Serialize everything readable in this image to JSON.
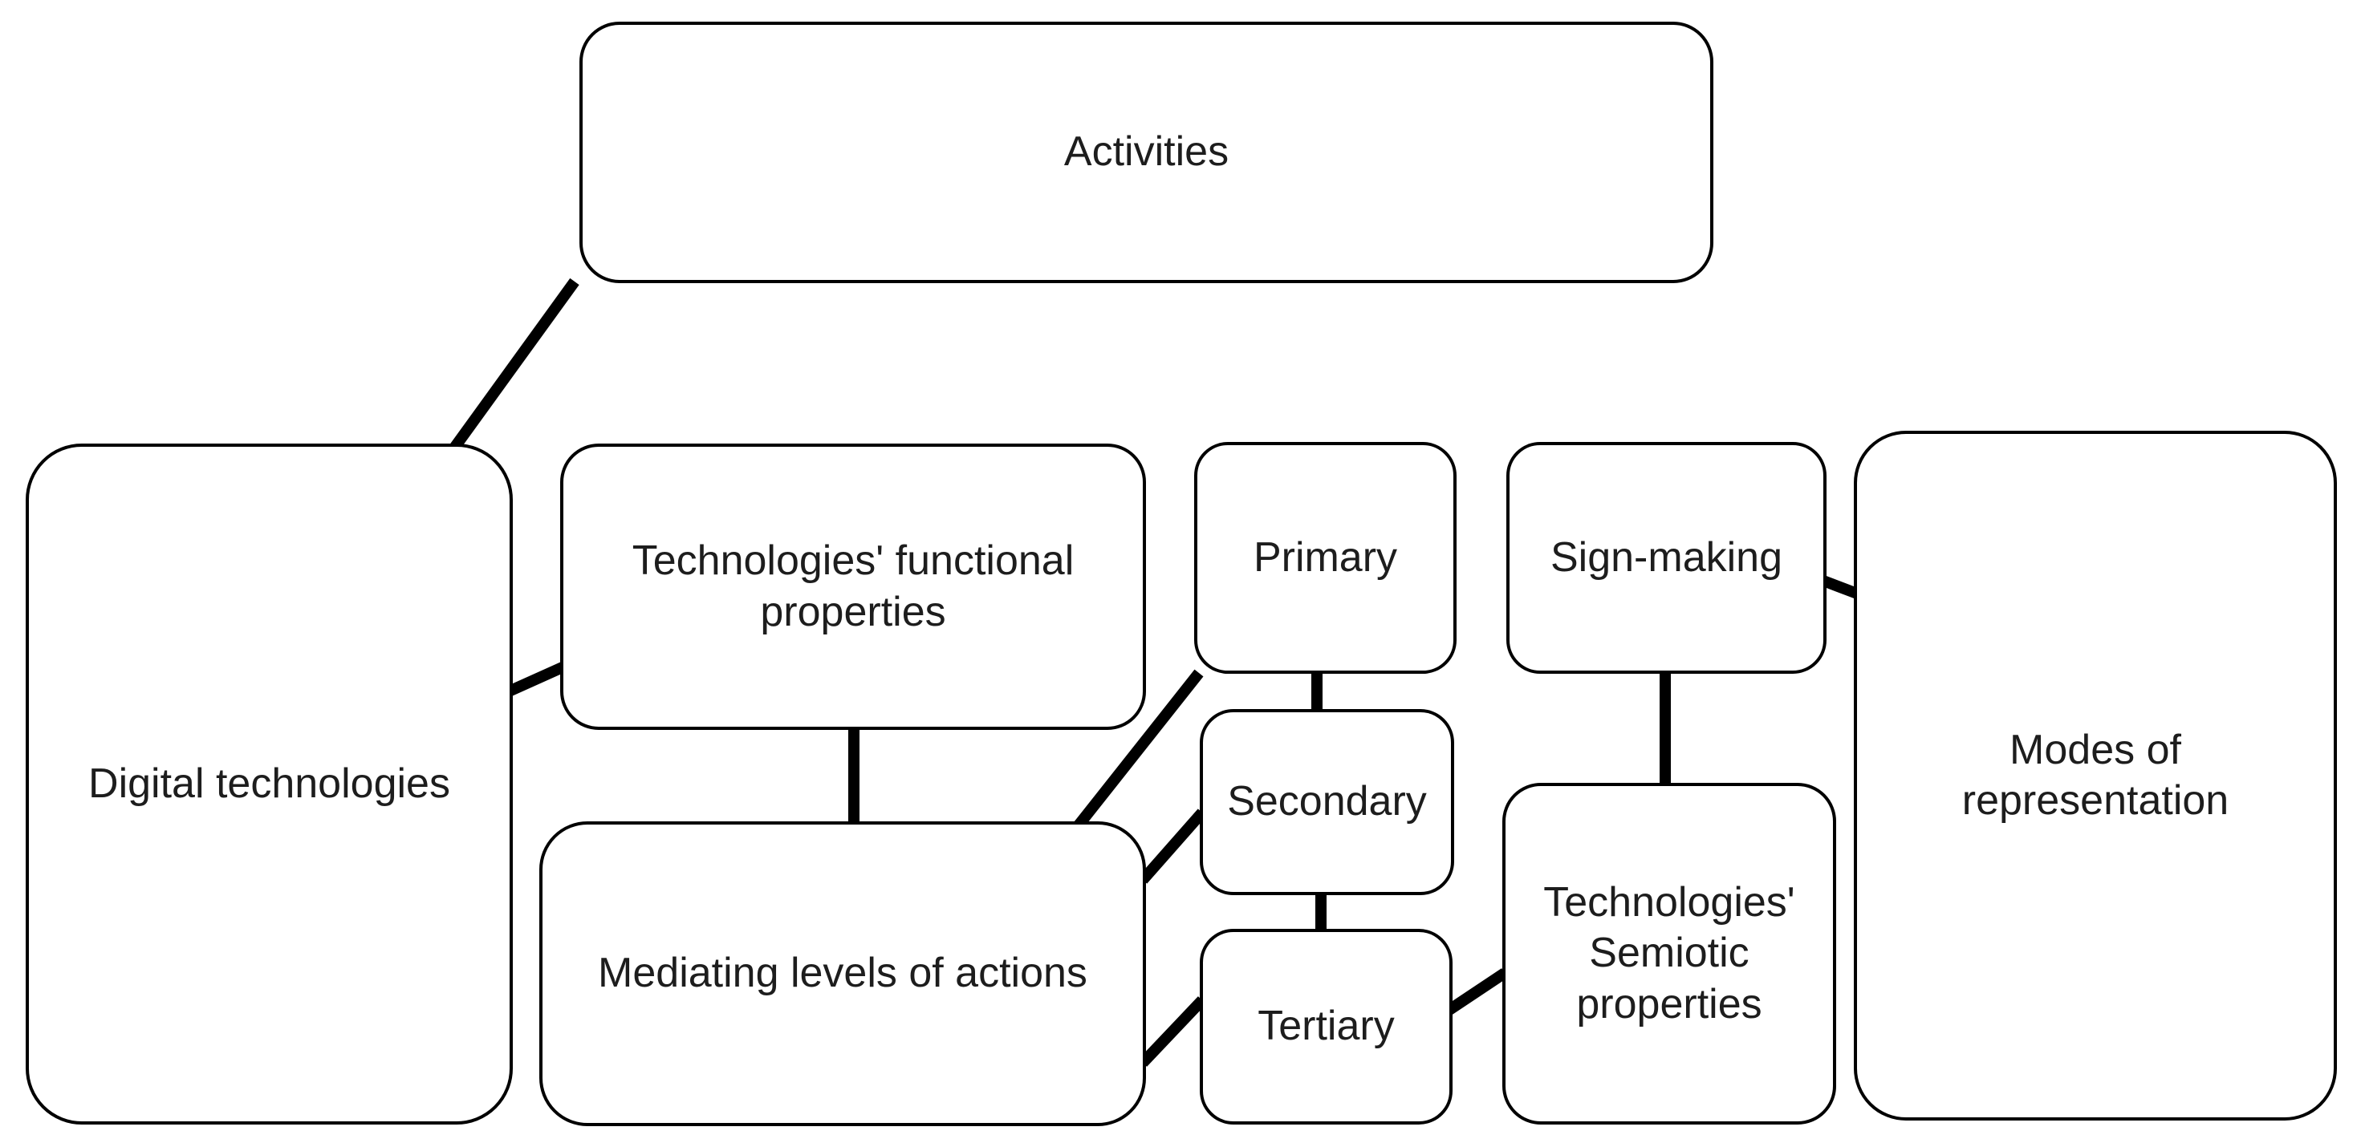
{
  "diagram": {
    "background_color": "#ffffff",
    "line_color": "#000000",
    "text_color": "#1d1d1d",
    "nodes": {
      "activities": {
        "label": "Activities"
      },
      "digital_technologies": {
        "label": "Digital technologies"
      },
      "functional_properties": {
        "label": "Technologies' functional\nproperties"
      },
      "mediating_levels": {
        "label": "Mediating levels of actions"
      },
      "primary": {
        "label": "Primary"
      },
      "secondary": {
        "label": "Secondary"
      },
      "tertiary": {
        "label": "Tertiary"
      },
      "sign_making": {
        "label": "Sign-making"
      },
      "semiotic_properties": {
        "label": "Technologies'\nSemiotic\nproperties"
      },
      "modes_of_representation": {
        "label": "Modes of\nrepresentation"
      }
    },
    "edges": [
      {
        "from": "activities",
        "to": "digital_technologies"
      },
      {
        "from": "digital_technologies",
        "to": "functional_properties"
      },
      {
        "from": "functional_properties",
        "to": "mediating_levels"
      },
      {
        "from": "mediating_levels",
        "to": "primary"
      },
      {
        "from": "mediating_levels",
        "to": "secondary"
      },
      {
        "from": "mediating_levels",
        "to": "tertiary"
      },
      {
        "from": "primary",
        "to": "secondary"
      },
      {
        "from": "secondary",
        "to": "tertiary"
      },
      {
        "from": "tertiary",
        "to": "semiotic_properties"
      },
      {
        "from": "sign_making",
        "to": "semiotic_properties"
      },
      {
        "from": "sign_making",
        "to": "modes_of_representation"
      }
    ]
  }
}
